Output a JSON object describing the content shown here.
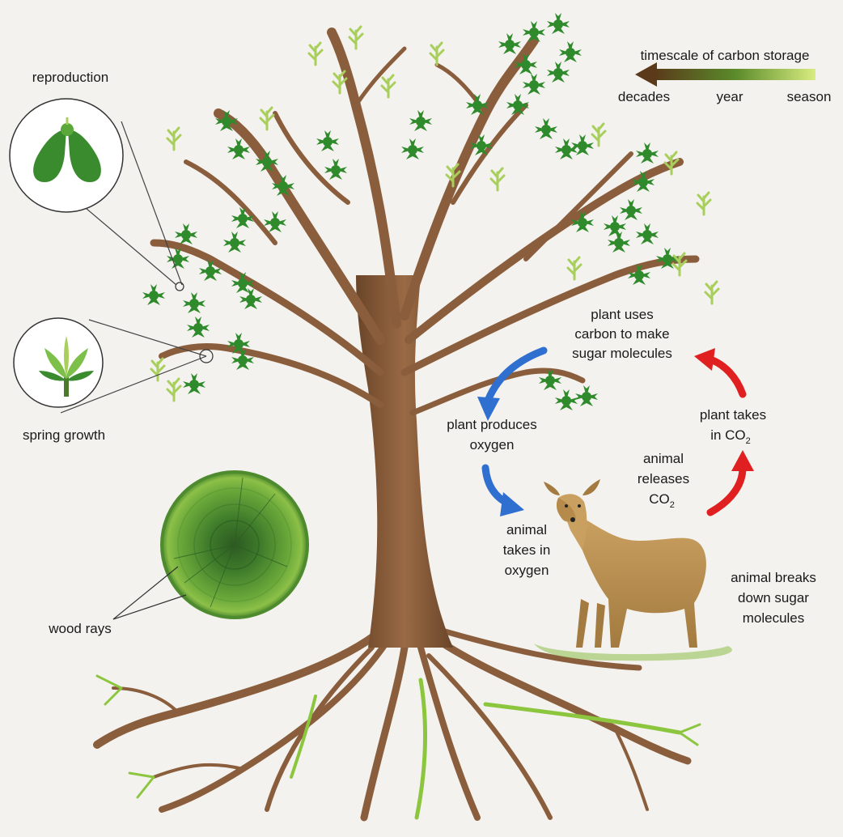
{
  "timescale": {
    "title": "timescale of carbon storage",
    "left": "decades",
    "middle": "year",
    "right": "season"
  },
  "labels": {
    "reproduction": "reproduction",
    "spring_growth": "spring growth",
    "wood_rays": "wood rays",
    "plant_uses_1": "plant uses",
    "plant_uses_2": "carbon to make",
    "plant_uses_3": "sugar molecules",
    "produces_1": "plant produces",
    "produces_2": "oxygen",
    "takes_o2_1": "animal",
    "takes_o2_2": "takes in",
    "takes_o2_3": "oxygen",
    "releases_1": "animal",
    "releases_2": "releases",
    "releases_3": "CO",
    "releases_sub": "2",
    "takes_co2_1": "plant takes",
    "takes_co2_2": "in CO",
    "takes_co2_sub": "2",
    "breaks_1": "animal breaks",
    "breaks_2": "down sugar",
    "breaks_3": "molecules"
  },
  "colors": {
    "leaf": "#2f8a2c",
    "leaf_light": "#a8cf5c",
    "bark": "#8a5e3c",
    "root_green": "#8cc63f",
    "oxygen_arrow": "#2f6fd0",
    "co2_arrow": "#e02020",
    "timescale_dark": "#5a3a1a",
    "timescale_light": "#c8e060"
  }
}
